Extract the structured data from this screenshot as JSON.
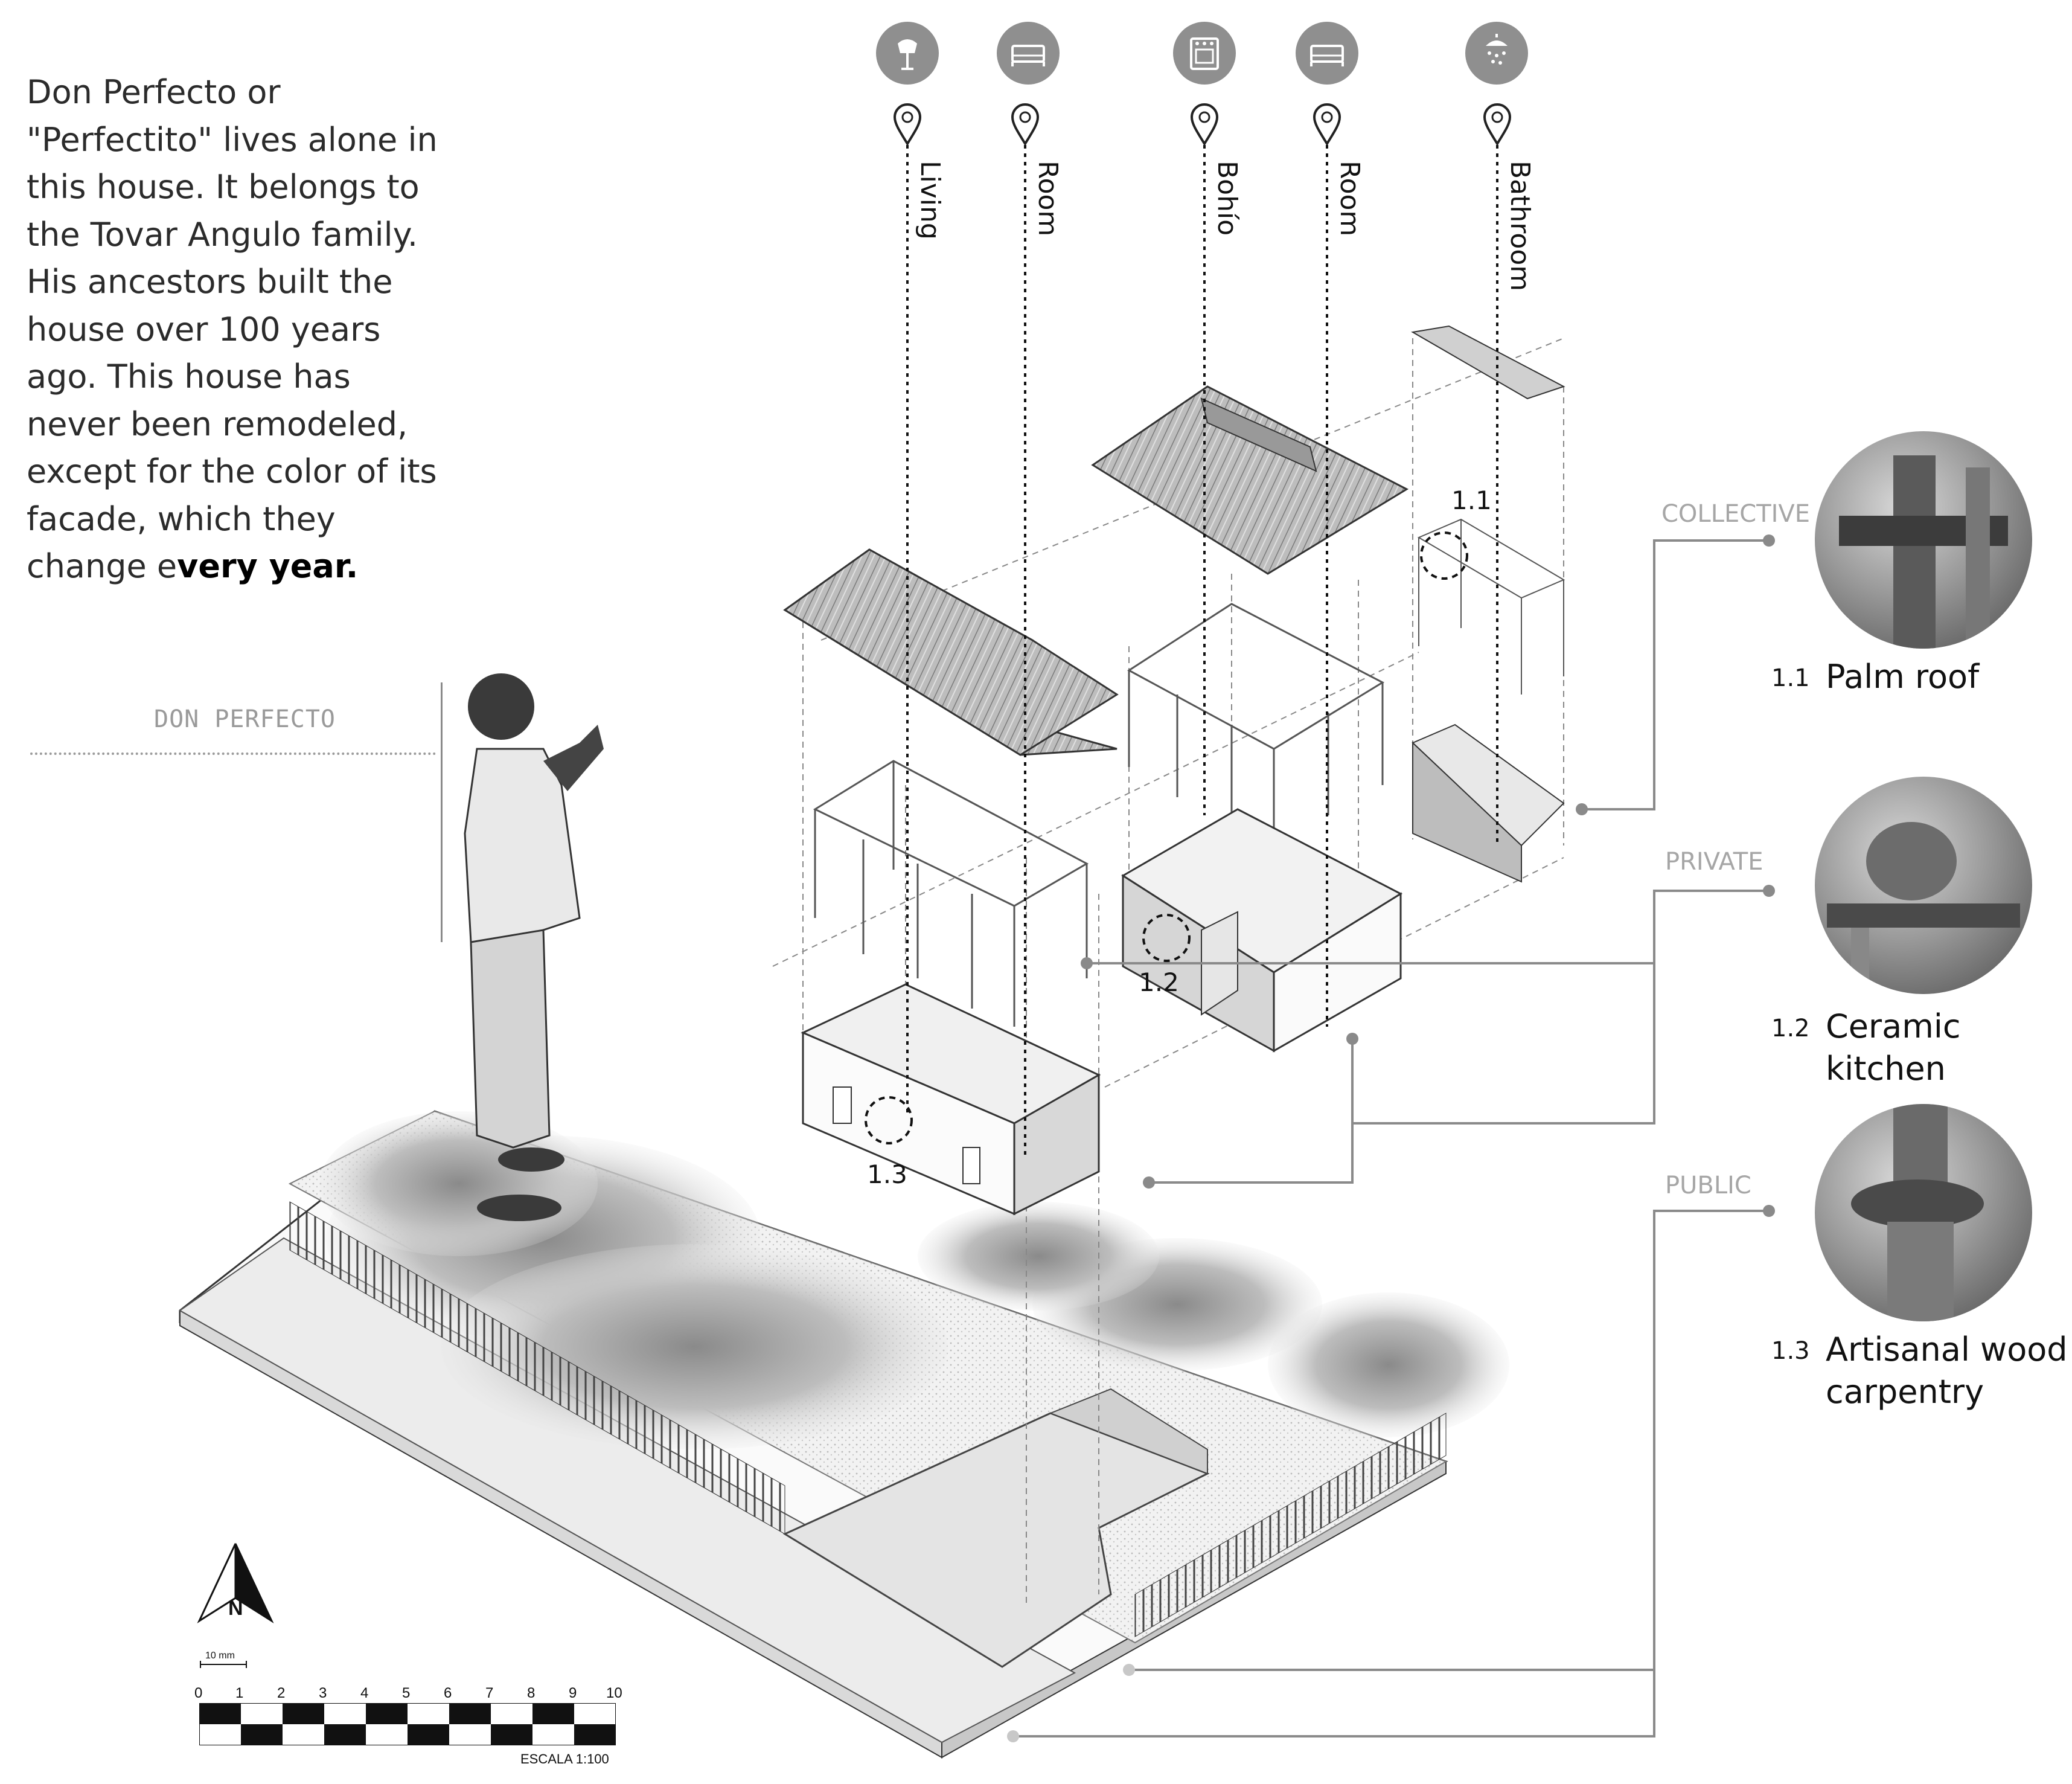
{
  "intro": {
    "text": "Don Perfecto or\n\"Perfectito\" lives alone in\nthis house. It belongs to\nthe Tovar Angulo family.\nHis ancestors built the\nhouse over 100 years\nago. This house has\nnever been remodeled,\nexcept for the color of its\nfacade, which they\nchange e",
    "emphasis": "very year."
  },
  "person_label": "DON PERFECTO",
  "rooms": [
    {
      "label": "Living",
      "icon": "lamp-icon"
    },
    {
      "label": "Room",
      "icon": "bed-icon"
    },
    {
      "label": "Bohío",
      "icon": "stove-icon"
    },
    {
      "label": "Room",
      "icon": "bed-icon"
    },
    {
      "label": "Bathroom",
      "icon": "shower-icon"
    }
  ],
  "zones": {
    "collective": "COLLECTIVE",
    "private": "PRIVATE",
    "public": "PUBLIC"
  },
  "details": [
    {
      "num": "1.1",
      "title": "Palm roof"
    },
    {
      "num": "1.2",
      "title": "Ceramic kitchen"
    },
    {
      "num": "1.3",
      "title": "Artisanal wood",
      "title2": "carpentry"
    }
  ],
  "tags": {
    "t11": "1.1",
    "t12": "1.2",
    "t13": "1.3"
  },
  "north": "N",
  "scale": {
    "unit_note": "10 mm",
    "ticks": [
      "0",
      "1",
      "2",
      "3",
      "4",
      "5",
      "6",
      "7",
      "8",
      "9",
      "10"
    ],
    "label": "ESCALA 1:100"
  },
  "colors": {
    "icon_bg": "#8f8f8f",
    "line": "#9a9a9a",
    "zone_text": "#a6a6a6"
  }
}
